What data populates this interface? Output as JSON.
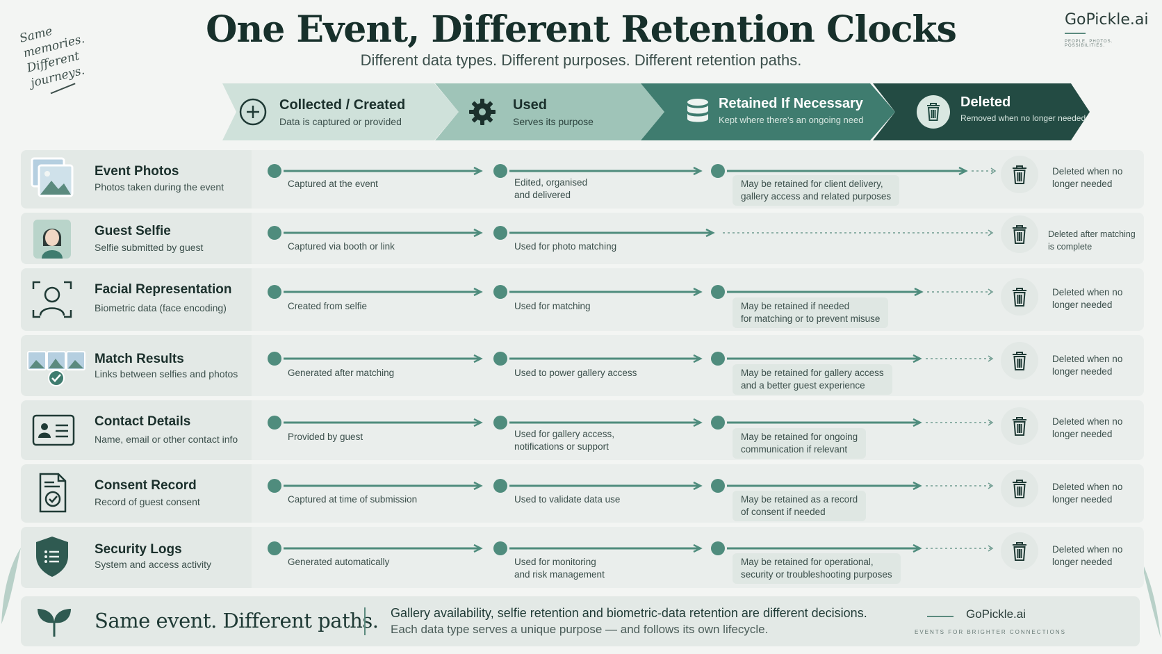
{
  "handnote": "Same memories. Different journeys.",
  "title": "One Event, Different Retention Clocks",
  "subtitle": "Different data types. Different purposes. Different retention paths.",
  "brand": {
    "name": "GoPickle.ai",
    "tagline": "PEOPLE. PHOTOS. POSSIBILITIES."
  },
  "stages": [
    {
      "title": "Collected / Created",
      "sub": "Data is captured or provided",
      "icon": "plus-circle-icon"
    },
    {
      "title": "Used",
      "sub": "Serves its purpose",
      "icon": "gear-icon"
    },
    {
      "title": "Retained If Necessary",
      "sub": "Kept where there's an ongoing need",
      "icon": "database-icon"
    },
    {
      "title": "Deleted",
      "sub": "Removed when no longer needed",
      "icon": "trash-icon"
    }
  ],
  "colors": {
    "stage1": "#cfe1da",
    "stage2": "#9fc4b8",
    "stage3": "#3f7c6f",
    "stage4": "#234b43",
    "accent": "#4f8c7d"
  },
  "rows": [
    {
      "title": "Event Photos",
      "sub": "Photos taken during the event",
      "icon": "photos-icon",
      "collected": "Captured at the event",
      "used": "Edited, organised\nand delivered",
      "retained": "May be retained for client delivery,\ngallery access and related purposes",
      "deleted": "Deleted when no\nlonger needed"
    },
    {
      "title": "Guest Selfie",
      "sub": "Selfie submitted by guest",
      "icon": "selfie-icon",
      "collected": "Captured via booth or link",
      "used": "Used for photo matching",
      "retained": "",
      "deleted": "Deleted after matching\nis complete"
    },
    {
      "title": "Facial Representation",
      "sub": "Biometric data (face encoding)",
      "icon": "face-scan-icon",
      "collected": "Created from selfie",
      "used": "Used for matching",
      "retained": "May be retained if needed\nfor matching or to prevent misuse",
      "deleted": "Deleted when no\nlonger needed"
    },
    {
      "title": "Match Results",
      "sub": "Links between selfies and photos",
      "icon": "match-results-icon",
      "collected": "Generated after matching",
      "used": "Used to power gallery access",
      "retained": "May be retained for gallery access\nand a better guest experience",
      "deleted": "Deleted when no\nlonger needed"
    },
    {
      "title": "Contact Details",
      "sub": "Name, email or other contact info",
      "icon": "contact-card-icon",
      "collected": "Provided by guest",
      "used": "Used for gallery access,\nnotifications or support",
      "retained": "May be retained for ongoing\ncommunication if relevant",
      "deleted": "Deleted when no\nlonger needed"
    },
    {
      "title": "Consent Record",
      "sub": "Record of guest consent",
      "icon": "consent-document-icon",
      "collected": "Captured at time of submission",
      "used": "Used to validate data use",
      "retained": "May be retained as a record\nof consent if needed",
      "deleted": "Deleted when no\nlonger needed"
    },
    {
      "title": "Security Logs",
      "sub": "System and access activity",
      "icon": "shield-list-icon",
      "collected": "Generated automatically",
      "used": "Used for monitoring\nand risk management",
      "retained": "May be retained for operational,\nsecurity or troubleshooting purposes",
      "deleted": "Deleted when no\nlonger needed"
    }
  ],
  "footer": {
    "headline": "Same event.  Different paths.",
    "line1": "Gallery availability, selfie retention and biometric-data retention are different decisions.",
    "line2": "Each data type serves a unique purpose — and follows its own lifecycle.",
    "brand": "GoPickle.ai",
    "tagline": "EVENTS FOR BRIGHTER CONNECTIONS"
  }
}
